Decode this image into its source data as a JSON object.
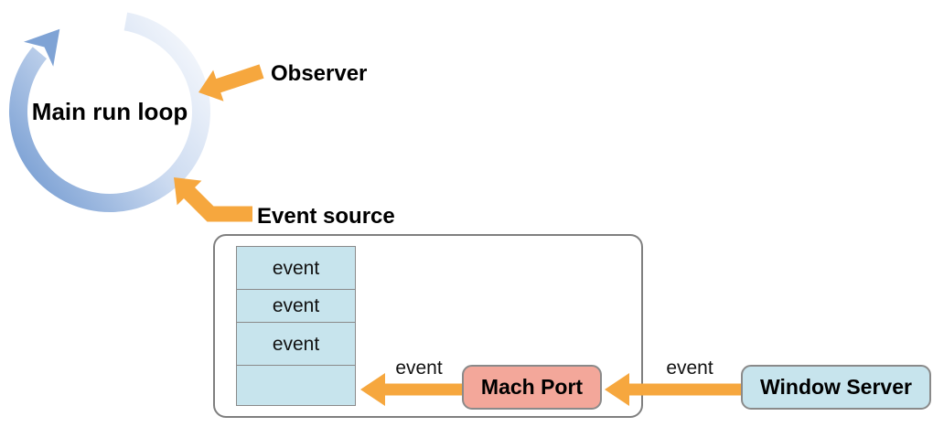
{
  "run_loop": {
    "label": "Main run loop"
  },
  "callouts": {
    "observer": "Observer",
    "event_source": "Event source"
  },
  "queue": {
    "cells": [
      "event",
      "event",
      "event",
      ""
    ]
  },
  "boxes": {
    "mach_port": "Mach Port",
    "window_server": "Window Server"
  },
  "flow_labels": {
    "port_to_queue": "event",
    "server_to_port": "event"
  },
  "colors": {
    "arrow_orange": "#F6A73E",
    "loop_blue_dark": "#7FA3D5",
    "loop_blue_mid": "#CBDAF0",
    "loop_blue_light": "#F4F7FC",
    "queue_cell_fill": "#C7E4ED",
    "mach_port_fill": "#F3A79A",
    "window_server_fill": "#C7E4ED",
    "border_gray": "#8A8A8A",
    "panel_border_gray": "#7F7F7F",
    "text_black": "#000000"
  }
}
